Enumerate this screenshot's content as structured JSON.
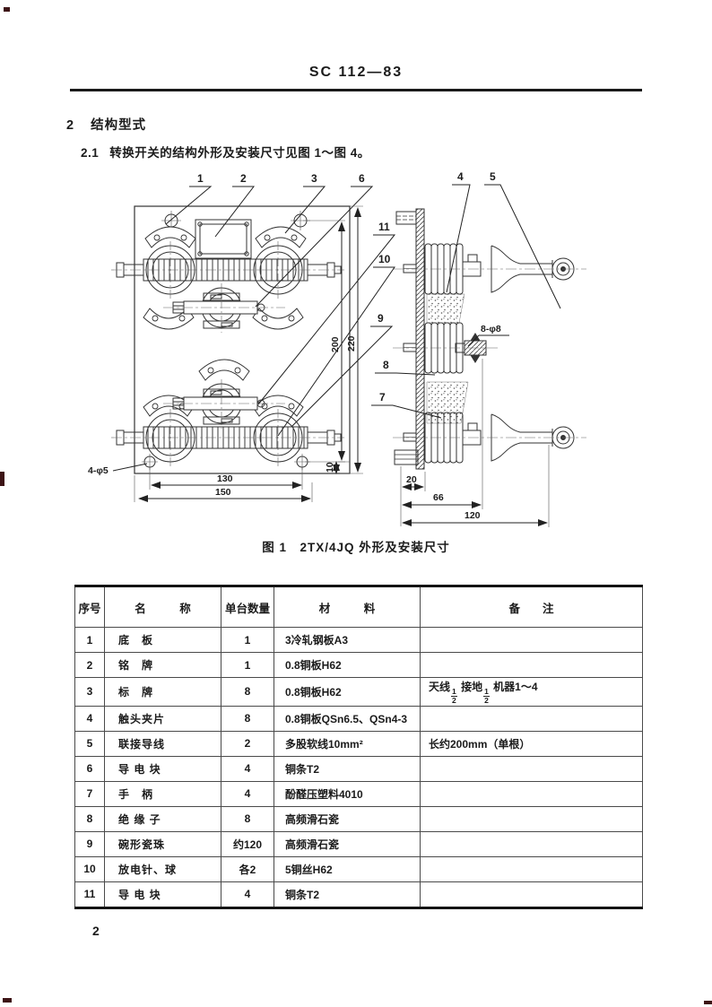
{
  "header": {
    "standard_no": "SC 112—83"
  },
  "section": {
    "number": "2",
    "title": "结构型式"
  },
  "clause": {
    "number": "2.1",
    "text": "转换开关的结构外形及安装尺寸见图 1～图 4。"
  },
  "figure": {
    "caption": "图 1　2TX/4JQ 外形及安装尺寸",
    "callouts": {
      "c1": "1",
      "c2": "2",
      "c3": "3",
      "c4": "4",
      "c5": "5",
      "c6": "6",
      "c7": "7",
      "c8": "8",
      "c9": "9",
      "c10": "10",
      "c11": "11"
    },
    "dims": {
      "front_height_outer": "220",
      "front_height_inner": "200",
      "front_hole_span": "130",
      "front_width": "150",
      "front_edge_offset": "10",
      "front_holes": "4-φ5",
      "side_holes": "8-φ8",
      "side_d20": "20",
      "side_d66": "66",
      "side_d120": "120"
    }
  },
  "table": {
    "headers": [
      "序号",
      "名　　　称",
      "单台数量",
      "材　　　料",
      "备　　注"
    ],
    "rows": [
      [
        "1",
        "底　板",
        "1",
        "3冷轧钢板A3",
        ""
      ],
      [
        "2",
        "铭　牌",
        "1",
        "0.8铜板H62",
        ""
      ],
      [
        "3",
        "标　牌",
        "8",
        "0.8铜板H62",
        "天线{1/2} 接地{1/2} 机器1～4"
      ],
      [
        "4",
        "触头夹片",
        "8",
        "0.8铜板QSn6.5、QSn4-3",
        ""
      ],
      [
        "5",
        "联接导线",
        "2",
        "多股软线10mm²",
        "长约200mm（单根）"
      ],
      [
        "6",
        "导 电 块",
        "4",
        "铜条T2",
        ""
      ],
      [
        "7",
        "手　柄",
        "4",
        "酚醛压塑料4010",
        ""
      ],
      [
        "8",
        "绝 缘 子",
        "8",
        "高频滑石瓷",
        ""
      ],
      [
        "9",
        "碗形瓷珠",
        "约120",
        "高频滑石瓷",
        ""
      ],
      [
        "10",
        "放电针、球",
        "各2",
        "5铜丝H62",
        ""
      ],
      [
        "11",
        "导 电 块",
        "4",
        "铜条T2",
        ""
      ]
    ]
  },
  "footer": {
    "page_number": "2"
  },
  "colors": {
    "ink": "#1b1b1b",
    "paper": "#ffffff"
  }
}
